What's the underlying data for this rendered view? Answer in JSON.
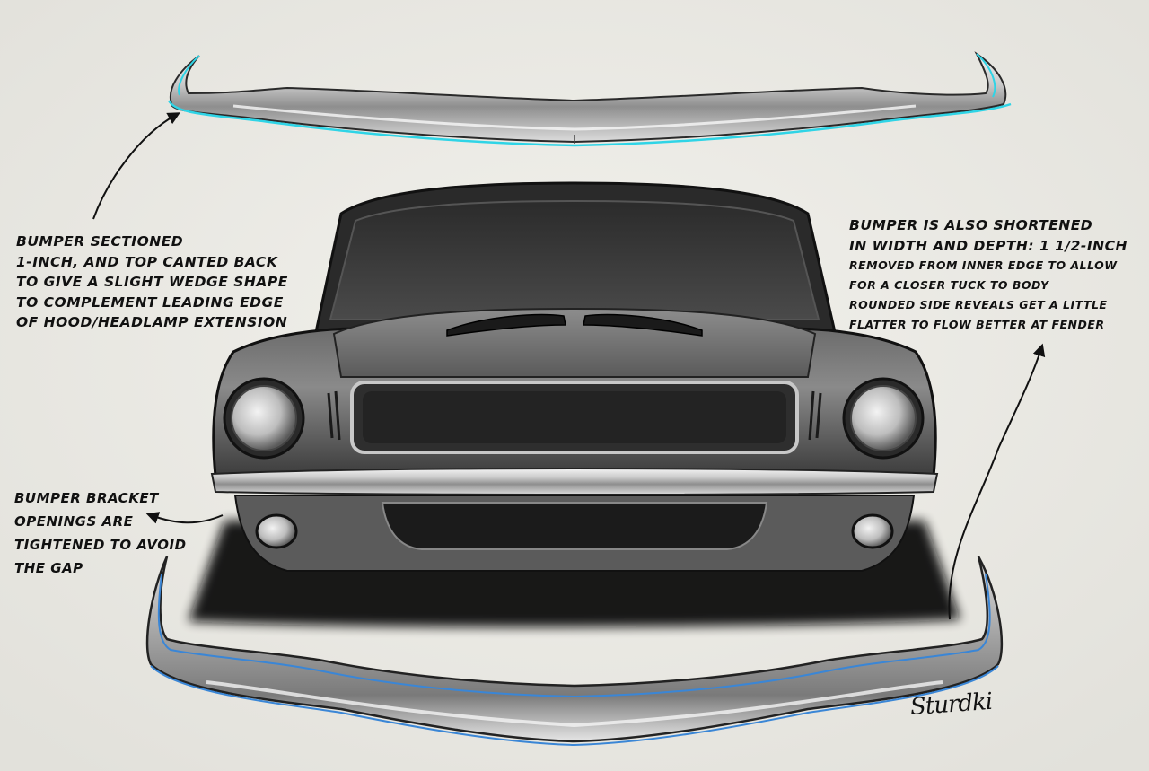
{
  "notes": {
    "top_left": [
      "Bumper sectioned",
      "1-inch, and top canted back",
      "to give a slight wedge shape",
      "to complement leading edge",
      "of hood/headlamp extension"
    ],
    "top_right": [
      "Bumper is also shortened",
      "in width and depth: 1 1/2-inch",
      "removed from inner edge to allow",
      "for a closer tuck to body",
      "rounded side reveals get a little",
      "flatter to flow better at fender"
    ],
    "bottom_left": [
      "Bumper bracket",
      "openings are",
      "tightened to avoid",
      "the gap"
    ]
  },
  "signature": "Sturdki",
  "colors": {
    "paper": "#ecebe6",
    "ink": "#111111",
    "top_bumper_outline": "#2fd4e6",
    "bottom_bumper_outline": "#3a86d6",
    "car_dark": "#1a1a1a"
  }
}
